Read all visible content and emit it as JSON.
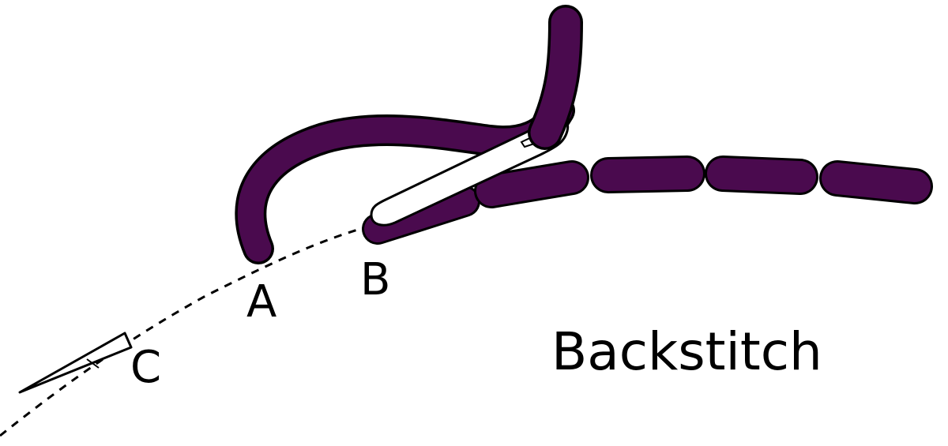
{
  "labels": {
    "point_a": "A",
    "point_b": "B",
    "point_c": "C",
    "title": "Backstitch"
  },
  "colors": {
    "thread": "#4a0a4e",
    "outline": "#000000",
    "background": "#ffffff"
  },
  "icons": {
    "needle": "needle-icon"
  }
}
